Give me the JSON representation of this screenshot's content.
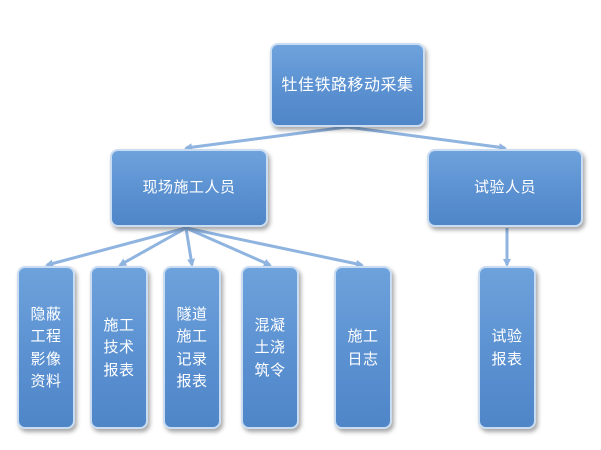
{
  "diagram": {
    "root": {
      "label": "牡佳铁路移动采集"
    },
    "groups": [
      {
        "label": "现场施工人员"
      },
      {
        "label": "试验人员"
      }
    ],
    "leaves": [
      {
        "label": "隐蔽\n工程\n影像\n资料"
      },
      {
        "label": "施工\n技术\n报表"
      },
      {
        "label": "隧道\n施工\n记录\n报表"
      },
      {
        "label": "混凝\n土浇\n筑令"
      },
      {
        "label": "施工\n日志"
      },
      {
        "label": "试验\n报表"
      }
    ],
    "colors": {
      "node_fill": "#5b91d1",
      "node_border": "#c9dcf1",
      "connector": "#8fb4e0"
    }
  }
}
